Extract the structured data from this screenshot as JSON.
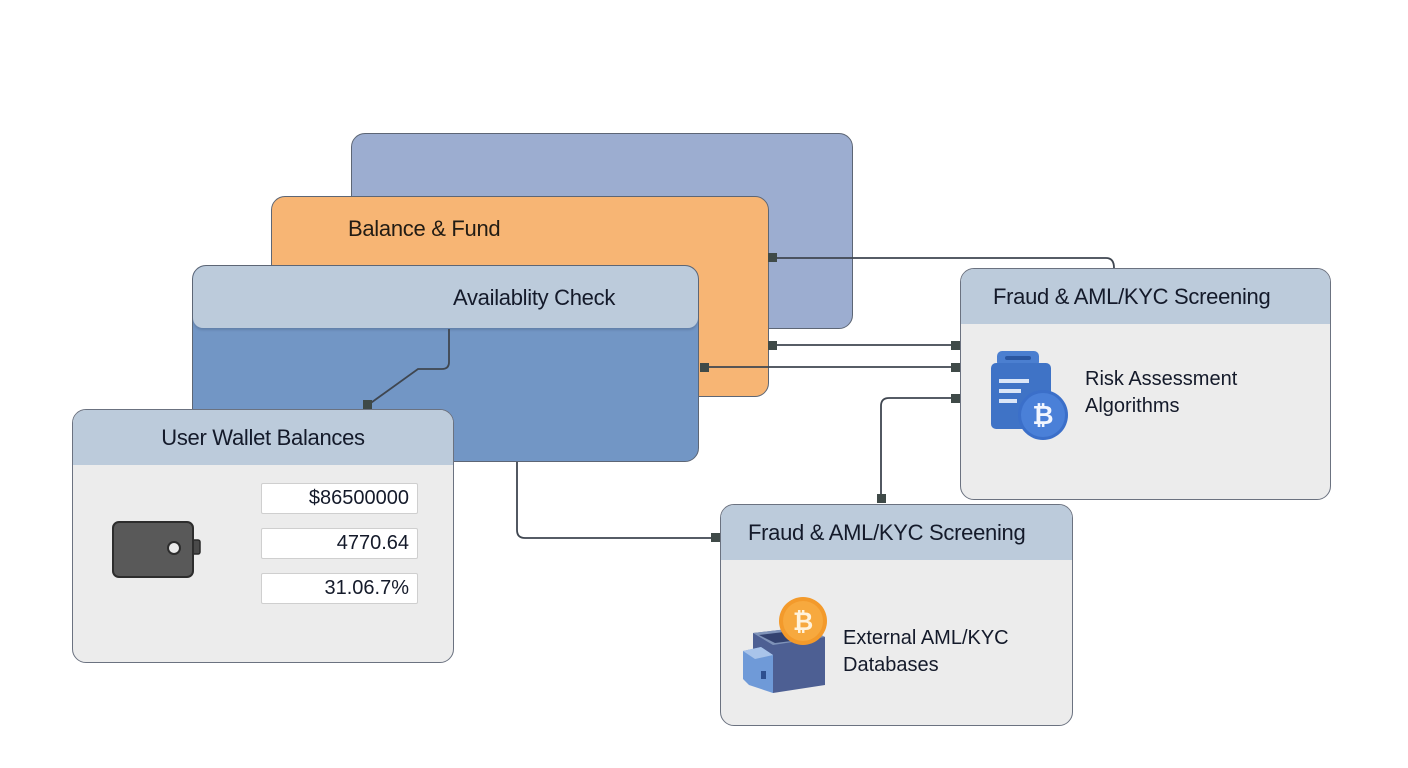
{
  "diagram": {
    "nodes": {
      "balance_fund": {
        "title": "Balance & Fund",
        "color": "#f7b574"
      },
      "availability_check": {
        "title": "Availablity Check",
        "color": "#7296c5"
      },
      "back_stack": {
        "color": "#9cadd0"
      },
      "user_wallet": {
        "title": "User Wallet Balances",
        "icon": "wallet-icon",
        "values": [
          "$86500000",
          "4770.64",
          "31.06.7%"
        ]
      },
      "risk_screening": {
        "title": "Fraud & AML/KYC Screening",
        "icon": "document-bitcoin-icon",
        "label_line1": "Risk Assessment",
        "label_line2": "Algorithms"
      },
      "db_screening": {
        "title": "Fraud & AML/KYC Screening",
        "icon": "database-bitcoin-icon",
        "label_line1": "External AML/KYC",
        "label_line2": "Databases"
      }
    },
    "connectors": [
      {
        "from": "back_stack",
        "to": "risk_screening"
      },
      {
        "from": "balance_fund",
        "to": "risk_screening"
      },
      {
        "from": "availability_check",
        "to": "risk_screening"
      },
      {
        "from": "availability_check",
        "to": "user_wallet"
      },
      {
        "from": "availability_check",
        "to": "db_screening"
      },
      {
        "from": "db_screening",
        "to": "risk_screening"
      }
    ]
  }
}
